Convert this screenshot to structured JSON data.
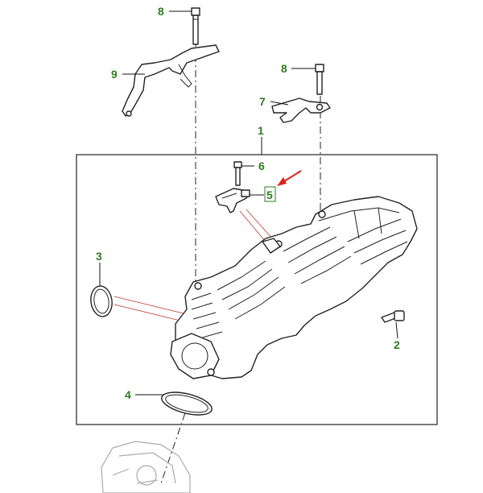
{
  "colors": {
    "callout": "#2e7d1f",
    "highlight_arrow": "#e02020",
    "line": "#222222",
    "association": "#c0392b"
  },
  "callouts": [
    {
      "id": "8a",
      "label": "8"
    },
    {
      "id": "9",
      "label": "9"
    },
    {
      "id": "8b",
      "label": "8"
    },
    {
      "id": "7",
      "label": "7"
    },
    {
      "id": "1",
      "label": "1"
    },
    {
      "id": "6",
      "label": "6"
    },
    {
      "id": "5",
      "label": "5"
    },
    {
      "id": "3",
      "label": "3"
    },
    {
      "id": "2",
      "label": "2"
    },
    {
      "id": "4",
      "label": "4"
    }
  ]
}
